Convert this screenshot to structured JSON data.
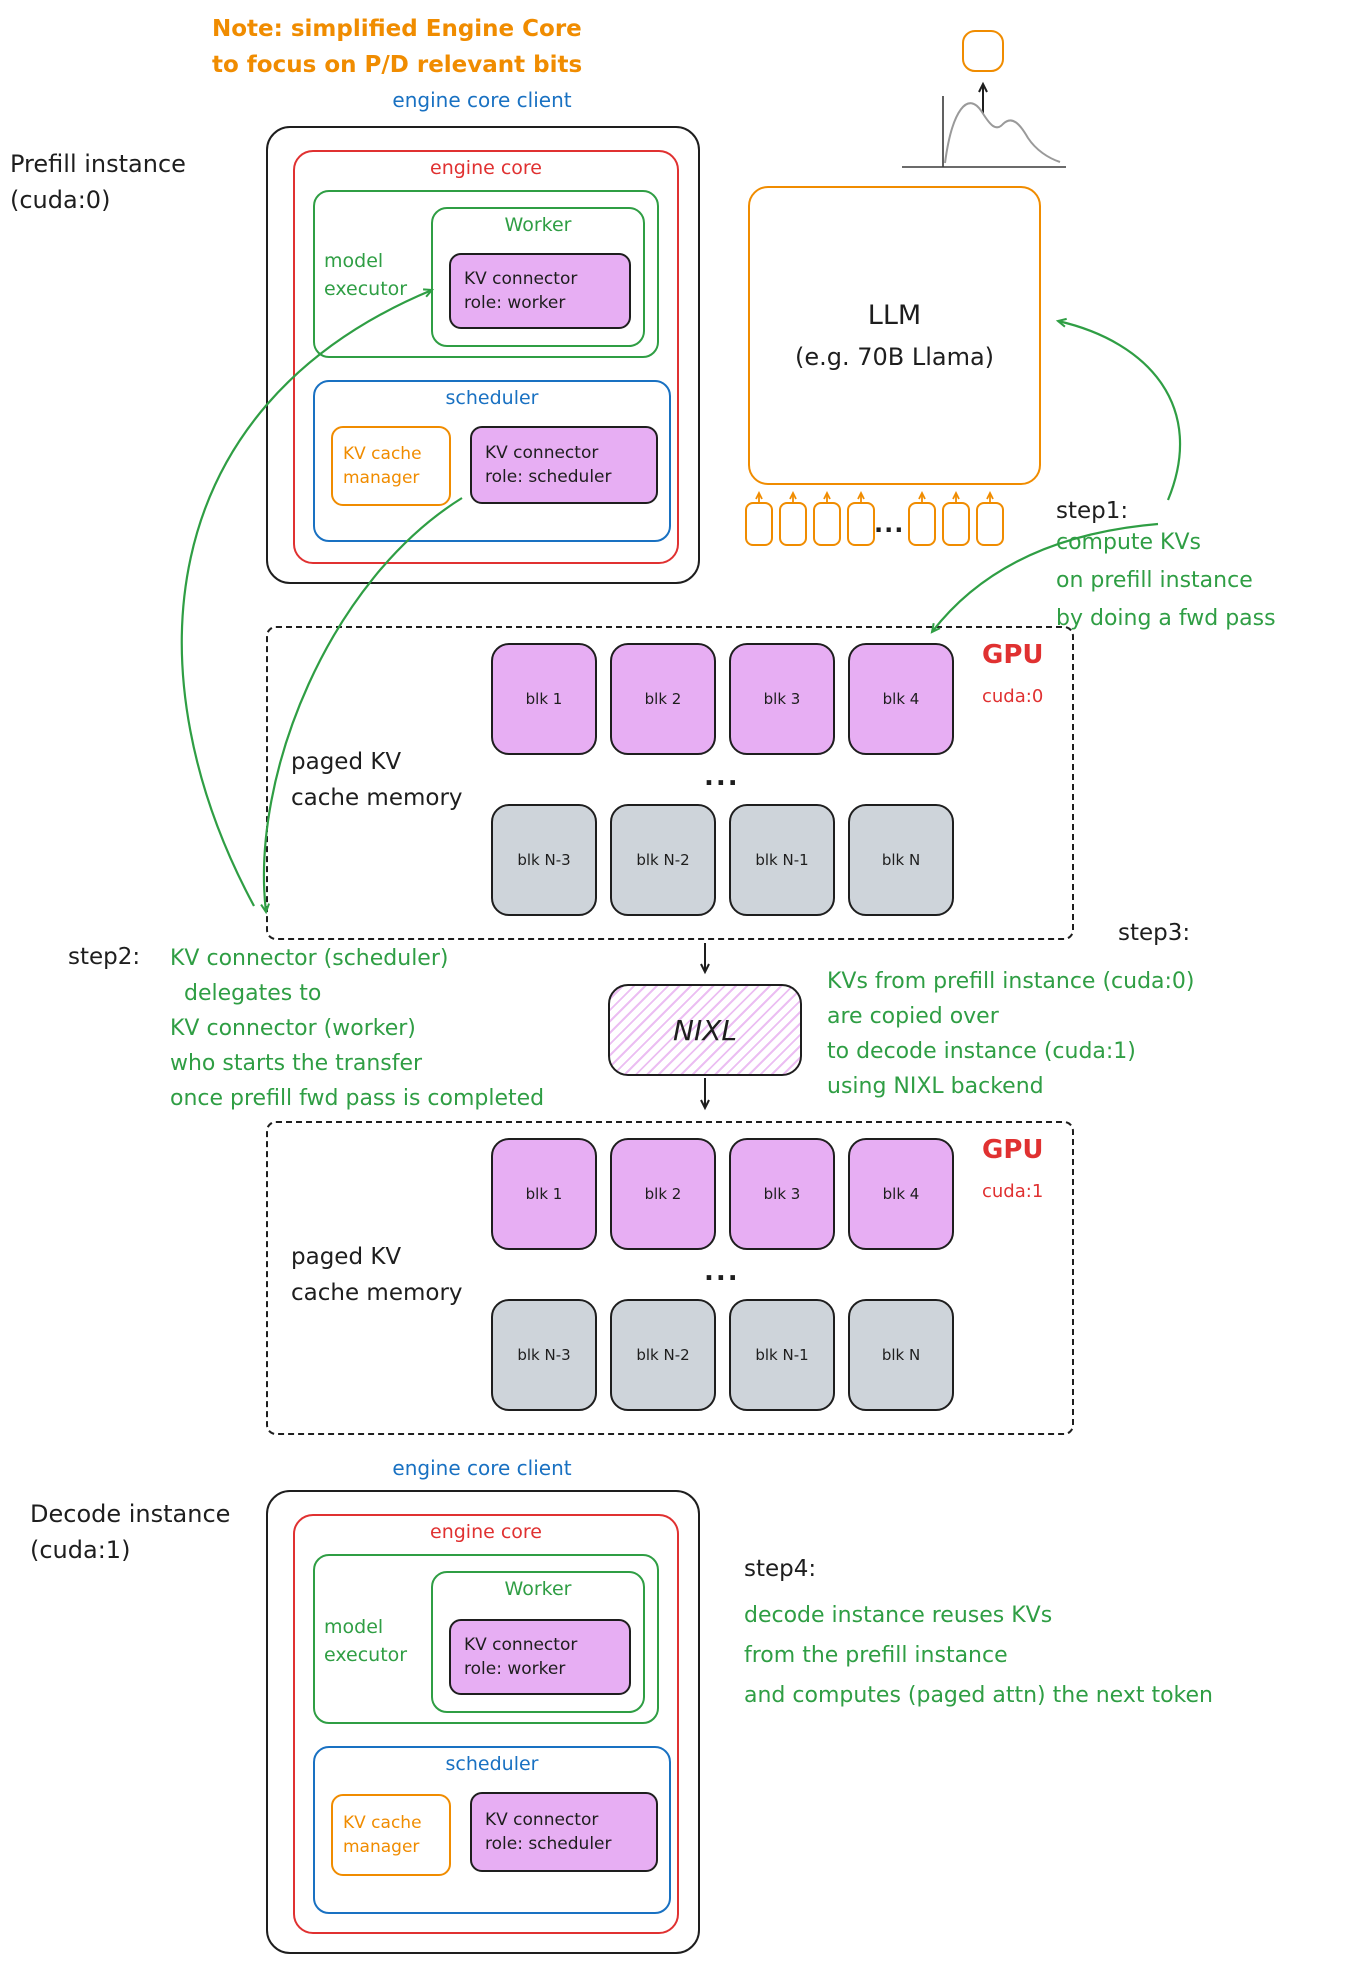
{
  "note": {
    "lines": [
      "Note: simplified Engine Core",
      "to focus on P/D relevant bits"
    ]
  },
  "prefill_instance": {
    "label_lines": [
      "Prefill instance",
      "(cuda:0)"
    ],
    "engine_core_client_label": "engine core client",
    "engine_core_label": "engine core",
    "model_executor_label": "model executor",
    "worker_label": "Worker",
    "kv_connector_worker_lines": [
      "KV connector",
      "role: worker"
    ],
    "scheduler_label": "scheduler",
    "kv_cache_manager_lines": [
      "KV cache",
      "manager"
    ],
    "kv_connector_scheduler_lines": [
      "KV connector",
      "role: scheduler"
    ]
  },
  "decode_instance": {
    "label_lines": [
      "Decode instance",
      "(cuda:1)"
    ],
    "engine_core_client_label": "engine core client",
    "engine_core_label": "engine core",
    "model_executor_label": "model executor",
    "worker_label": "Worker",
    "kv_connector_worker_lines": [
      "KV connector",
      "role: worker"
    ],
    "scheduler_label": "scheduler",
    "kv_cache_manager_lines": [
      "KV cache",
      "manager"
    ],
    "kv_connector_scheduler_lines": [
      "KV connector",
      "role: scheduler"
    ]
  },
  "llm": {
    "lines": [
      "LLM",
      "(e.g. 70B Llama)"
    ]
  },
  "tokens_ellipsis": "...",
  "gpu0": {
    "gpu_label": "GPU",
    "cuda_label": "cuda:0",
    "paged_label_lines": [
      "paged KV",
      "cache memory"
    ],
    "row_ellipsis": "...",
    "kv_blocks": [
      "blk 1",
      "blk 2",
      "blk 3",
      "blk 4"
    ],
    "free_blocks": [
      "blk N-3",
      "blk N-2",
      "blk N-1",
      "blk N"
    ]
  },
  "gpu1": {
    "gpu_label": "GPU",
    "cuda_label": "cuda:1",
    "paged_label_lines": [
      "paged KV",
      "cache memory"
    ],
    "row_ellipsis": "...",
    "kv_blocks": [
      "blk 1",
      "blk 2",
      "blk 3",
      "blk 4"
    ],
    "free_blocks": [
      "blk N-3",
      "blk N-2",
      "blk N-1",
      "blk N"
    ]
  },
  "nixl_label": "NIXL",
  "steps": {
    "step1": {
      "label": "step1:",
      "lines": [
        "compute KVs",
        "on prefill instance",
        "by doing a fwd pass"
      ]
    },
    "step2": {
      "label": "step2:",
      "lines": [
        "KV connector (scheduler)",
        "delegates to",
        "KV connector (worker)",
        "who starts the transfer",
        "once prefill fwd pass is completed"
      ]
    },
    "step3": {
      "label": "step3:",
      "lines": [
        "KVs from prefill instance (cuda:0)",
        "are copied over",
        "to decode instance (cuda:1)",
        "using NIXL backend"
      ]
    },
    "step4": {
      "label": "step4:",
      "lines": [
        "decode instance reuses KVs",
        "from the prefill instance",
        "and computes (paged attn) the next token"
      ]
    }
  },
  "colors": {
    "orange": "#f08c00",
    "red": "#e03131",
    "green": "#2f9e44",
    "blue": "#1971c2",
    "purple_fill": "#e7aef3",
    "gray_fill": "#ced4da",
    "ink": "#1e1e1e"
  }
}
